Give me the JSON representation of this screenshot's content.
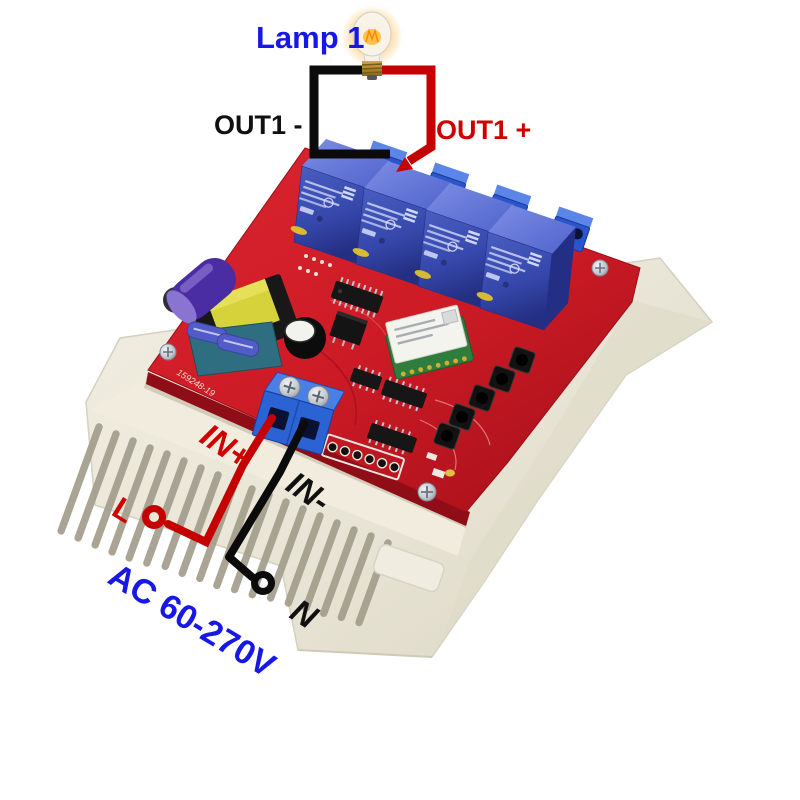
{
  "scene": "4-channel relay module board in DIN-rail heatsink case with wiring diagram overlay",
  "labels": {
    "lamp": "Lamp 1",
    "out1_minus": "OUT1 -",
    "out1_plus": "OUT1 +",
    "in_plus": "IN+",
    "in_minus": "IN-",
    "line": "L",
    "neutral": "N",
    "voltage_range": "AC 60-270V",
    "board_serial": "159248-19"
  },
  "colors": {
    "label_blue": "#1717e6",
    "label_red": "#cf0000",
    "label_black": "#101010",
    "wire_red": "#c40000",
    "wire_black": "#0b0b0b",
    "pcb_red": "#cd1b26",
    "relay_blue": "#3c50b4",
    "terminal_blue": "#2b63d4",
    "case_cream": "#eae6d8",
    "bulb_glow": "#ffa11e"
  }
}
